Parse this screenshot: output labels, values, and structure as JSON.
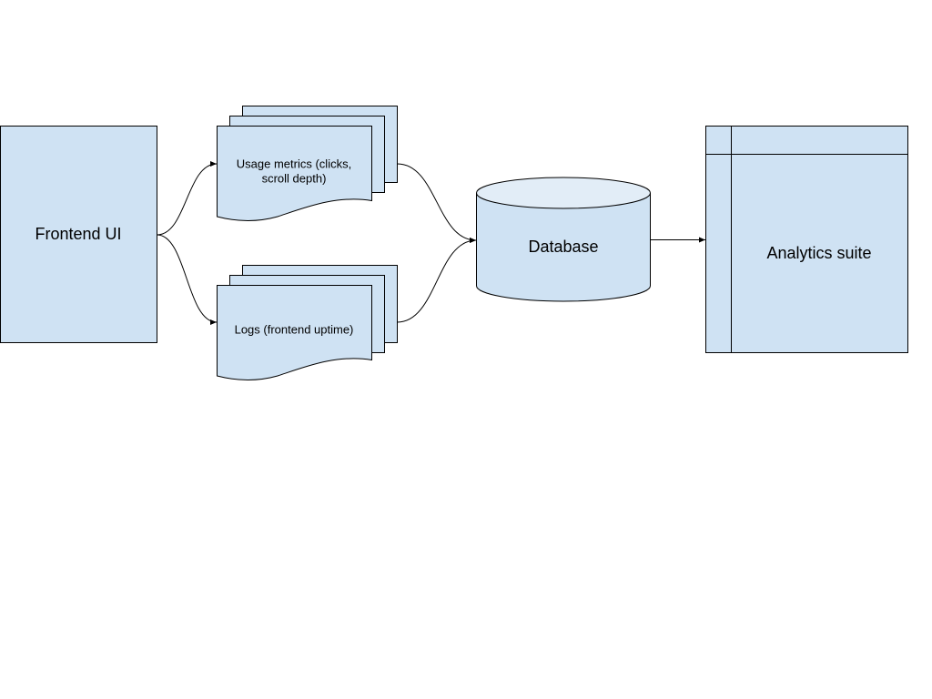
{
  "diagram": {
    "colors": {
      "fill": "#cfe2f3",
      "cylinder_top": "#e2edf7",
      "stroke": "#000000",
      "background": "#ffffff"
    },
    "nodes": {
      "frontend": {
        "label": "Frontend UI",
        "shape": "rectangle"
      },
      "usage_metrics": {
        "label_lines": [
          "Usage metrics (clicks,",
          "scroll depth)"
        ],
        "shape": "multiple-documents"
      },
      "logs": {
        "label_lines": [
          "Logs (frontend uptime)"
        ],
        "shape": "multiple-documents"
      },
      "database": {
        "label": "Database",
        "shape": "cylinder"
      },
      "analytics": {
        "label": "Analytics suite",
        "shape": "internal-storage"
      }
    },
    "edges": [
      {
        "from": "Frontend UI",
        "to": "Usage metrics (clicks, scroll depth)"
      },
      {
        "from": "Frontend UI",
        "to": "Logs (frontend uptime)"
      },
      {
        "from": "Usage metrics (clicks, scroll depth)",
        "to": "Database"
      },
      {
        "from": "Logs (frontend uptime)",
        "to": "Database"
      },
      {
        "from": "Database",
        "to": "Analytics suite"
      }
    ]
  }
}
